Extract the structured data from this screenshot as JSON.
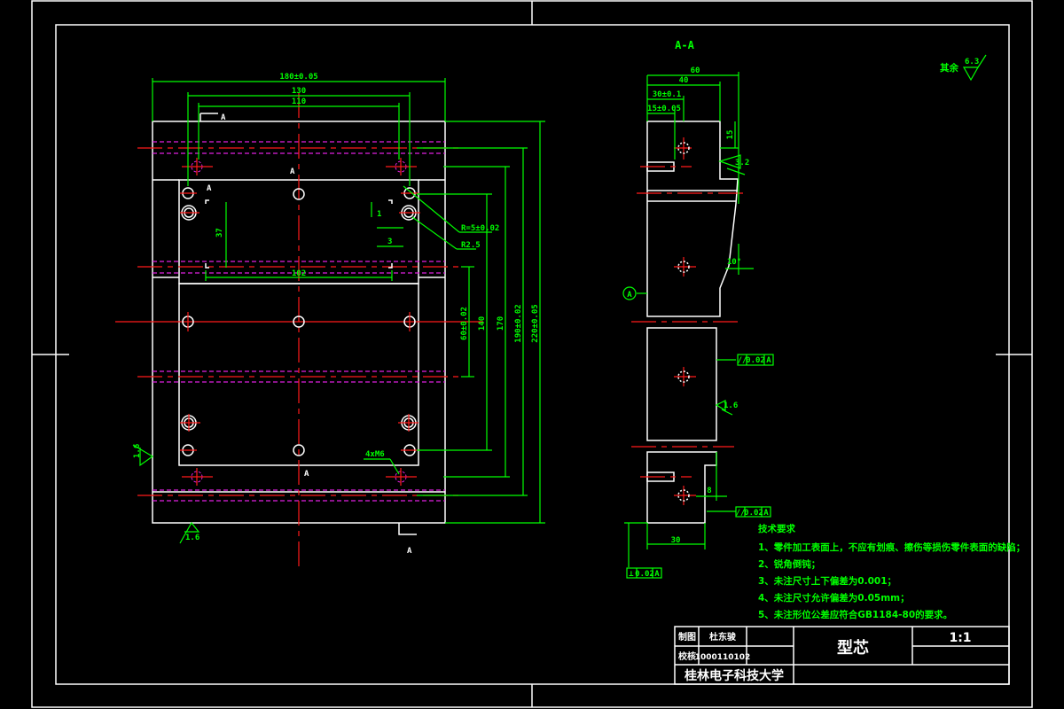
{
  "drawing": {
    "colors": {
      "background": "#000000",
      "outline": "#ffffff",
      "dimension": "#00ff00",
      "centerline": "#ff1a1a",
      "hidden": "#e020e0",
      "hatch": "#40e0e0"
    },
    "plan_view": {
      "section_marks": [
        "A",
        "A",
        "A",
        "A",
        "A"
      ],
      "dimensions": {
        "width_overall": "180±0.05",
        "width_holes": "130",
        "width_inner": "110",
        "slot_height": "37",
        "slot_width": "102",
        "small_a": "1",
        "small_b": "3",
        "height_inner": "60±0.02",
        "height_140": "140",
        "height_170": "170",
        "height_190": "190±0.02",
        "height_overall": "220±0.05",
        "radius_callout": "R=5±0.02",
        "radius_2": "R2.5",
        "hole_callout": "4xM6"
      },
      "surface_finish": [
        "1.6",
        "1.6"
      ]
    },
    "section_view": {
      "title": "A-A",
      "dimensions": {
        "d60": "60",
        "d40": "40",
        "d30": "30±0.1",
        "d15": "15±0.05",
        "d15v": "15",
        "d8": "8",
        "d30b": "30",
        "angle": "10°"
      },
      "surface_finish": [
        "3.2",
        "1.6"
      ],
      "datum": "A",
      "tolerance_frames": [
        {
          "symbol": "//",
          "value": "0.02",
          "datum": "A"
        },
        {
          "symbol": "//",
          "value": "0.02",
          "datum": "A"
        },
        {
          "symbol": "⊥",
          "value": "0.02",
          "datum": "A"
        }
      ]
    },
    "general_finish": {
      "label": "其余",
      "value": "6.3"
    },
    "technical_requirements": {
      "title": "技术要求",
      "items": [
        "1、零件加工表面上，不应有划痕、擦伤等损伤零件表面的缺陷；",
        "2、锐角倒钝；",
        "3、未注尺寸上下偏差为0.001；",
        "4、未注尺寸允许偏差为0.05mm；",
        "5、未注形位公差应符合GB1184-80的要求。"
      ]
    },
    "title_block": {
      "drawn_label": "制图",
      "drawn_name": "杜东骏",
      "check_label": "校核",
      "student_id": "1000110102",
      "part_name": "型芯",
      "scale": "1:1",
      "school": "桂林电子科技大学"
    }
  }
}
